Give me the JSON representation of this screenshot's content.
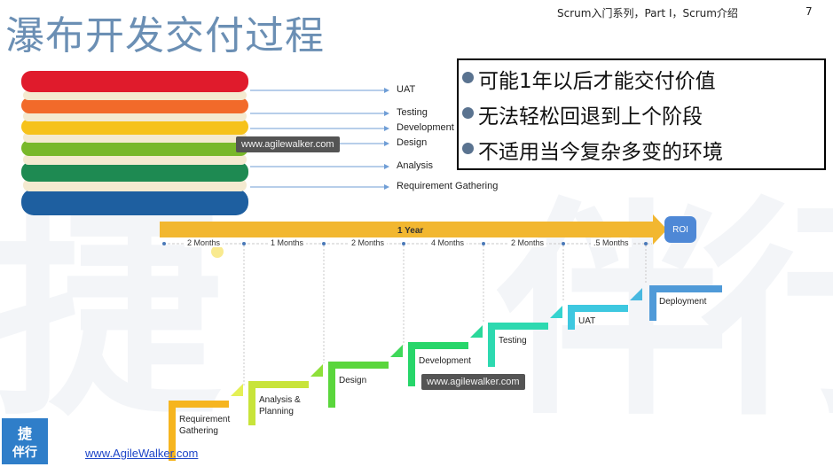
{
  "slide": {
    "title": "瀑布开发交付过程",
    "header_meta": "Scrum入门系列，Part I，Scrum介绍",
    "page_number": "7"
  },
  "watermark_chars": [
    "捷",
    "伴",
    "行"
  ],
  "cake": {
    "layer_colors": [
      "#e01b2c",
      "#f26a2a",
      "#f6c21b",
      "#78b82a",
      "#1e8a52",
      "#1e6fb7"
    ],
    "labels": [
      "UAT",
      "Testing",
      "Development",
      "Design",
      "Analysis",
      "Requirement Gathering"
    ],
    "watermark_text": "www.agilewalker.com"
  },
  "bullets": [
    "可能1年以后才能交付价值",
    "无法轻松回退到上个阶段",
    "不适用当今复杂多变的环境"
  ],
  "timeline": {
    "span_label": "1 Year",
    "roi_label": "ROI",
    "durations": [
      "2 Months",
      "1 Months",
      "2 Months",
      "4 Months",
      "2 Months",
      ".5 Months"
    ],
    "stages": [
      {
        "label": "Requirement Gathering",
        "color": "#f6b51f"
      },
      {
        "label": "Analysis & Planning",
        "color": "#c8e43a"
      },
      {
        "label": "Design",
        "color": "#5ad63c"
      },
      {
        "label": "Development",
        "color": "#27d66a"
      },
      {
        "label": "Testing",
        "color": "#2dd9b0"
      },
      {
        "label": "UAT",
        "color": "#3ec8e0"
      },
      {
        "label": "Deployment",
        "color": "#4f9ad8"
      }
    ],
    "watermark_text": "www.agilewalker.com"
  },
  "logo": {
    "top_char": "捷",
    "bottom_chars": "伴行"
  },
  "footer": {
    "link_text": "www.AgileWalker.com"
  }
}
